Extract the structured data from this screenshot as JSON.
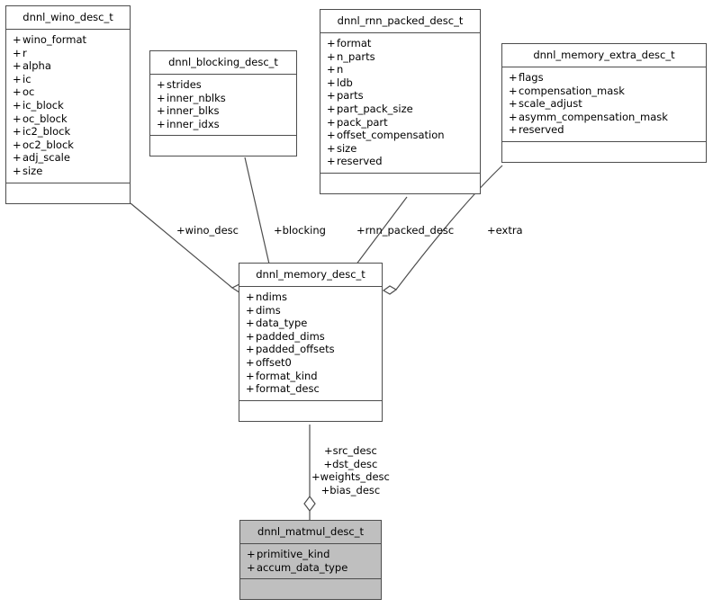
{
  "diagram": {
    "title": "dnnl_matmul_desc_t collaboration diagram",
    "type": "uml-class-collaboration",
    "line_color": "#4d4d4d",
    "fill_highlight": "#bfbfbf",
    "background": "#ffffff"
  },
  "nodes": {
    "wino": {
      "name": "dnnl_wino_desc_t",
      "attributes": [
        "wino_format",
        "r",
        "alpha",
        "ic",
        "oc",
        "ic_block",
        "oc_block",
        "ic2_block",
        "oc2_block",
        "adj_scale",
        "size"
      ],
      "operations": []
    },
    "blocking": {
      "name": "dnnl_blocking_desc_t",
      "attributes": [
        "strides",
        "inner_nblks",
        "inner_blks",
        "inner_idxs"
      ],
      "operations": []
    },
    "rnn_packed": {
      "name": "dnnl_rnn_packed_desc_t",
      "attributes": [
        "format",
        "n_parts",
        "n",
        "ldb",
        "parts",
        "part_pack_size",
        "pack_part",
        "offset_compensation",
        "size",
        "reserved"
      ],
      "operations": []
    },
    "memory_extra": {
      "name": "dnnl_memory_extra_desc_t",
      "attributes": [
        "flags",
        "compensation_mask",
        "scale_adjust",
        "asymm_compensation_mask",
        "reserved"
      ],
      "operations": []
    },
    "memory_desc": {
      "name": "dnnl_memory_desc_t",
      "attributes": [
        "ndims",
        "dims",
        "data_type",
        "padded_dims",
        "padded_offsets",
        "offset0",
        "format_kind",
        "format_desc"
      ],
      "operations": []
    },
    "matmul": {
      "name": "dnnl_matmul_desc_t",
      "attributes": [
        "primitive_kind",
        "accum_data_type"
      ],
      "operations": [],
      "highlighted": true
    }
  },
  "edges": [
    {
      "id": "wino-to-memory",
      "from": "wino",
      "to": "memory_desc",
      "label": "+wino_desc",
      "kind": "aggregation"
    },
    {
      "id": "blocking-to-memory",
      "from": "blocking",
      "to": "memory_desc",
      "label": "+blocking",
      "kind": "aggregation"
    },
    {
      "id": "rnn-to-memory",
      "from": "rnn_packed",
      "to": "memory_desc",
      "label": "+rnn_packed_desc",
      "kind": "aggregation"
    },
    {
      "id": "extra-to-memory",
      "from": "memory_extra",
      "to": "memory_desc",
      "label": "+extra",
      "kind": "aggregation"
    },
    {
      "id": "memory-to-matmul",
      "from": "memory_desc",
      "to": "matmul",
      "label_lines": [
        "+src_desc",
        "+dst_desc",
        "+weights_desc",
        "+bias_desc"
      ],
      "kind": "aggregation"
    }
  ],
  "visibility_marker": "+"
}
